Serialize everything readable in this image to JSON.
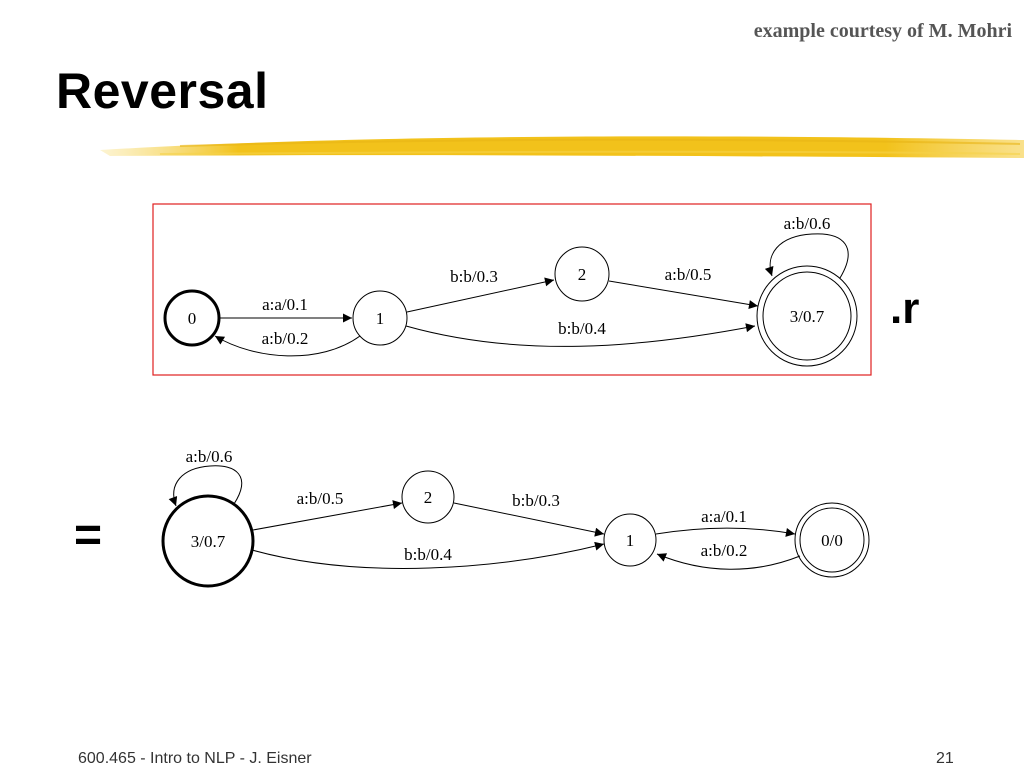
{
  "slide": {
    "courtesy": "example courtesy of M. Mohri",
    "title": "Reversal",
    "reverse_operator": ".r",
    "equals_sign": "=",
    "footer_left": "600.465 - Intro to NLP - J. Eisner",
    "page_number": "21"
  },
  "colors": {
    "highlight_stroke": "#F2C21B",
    "box_border": "#E02020"
  },
  "top_fst": {
    "states": {
      "s0": "0",
      "s1": "1",
      "s2": "2",
      "s3": "3/0.7"
    },
    "arcs": {
      "a01": "a:a/0.1",
      "a10": "a:b/0.2",
      "a12": "b:b/0.3",
      "a13": "b:b/0.4",
      "a23": "a:b/0.5",
      "a33": "a:b/0.6"
    }
  },
  "bottom_fst": {
    "states": {
      "s3": "3/0.7",
      "s2": "2",
      "s1": "1",
      "s0": "0/0"
    },
    "arcs": {
      "a33": "a:b/0.6",
      "a32": "a:b/0.5",
      "a31": "b:b/0.4",
      "a21": "b:b/0.3",
      "a10": "a:a/0.1",
      "a01": "a:b/0.2"
    }
  }
}
